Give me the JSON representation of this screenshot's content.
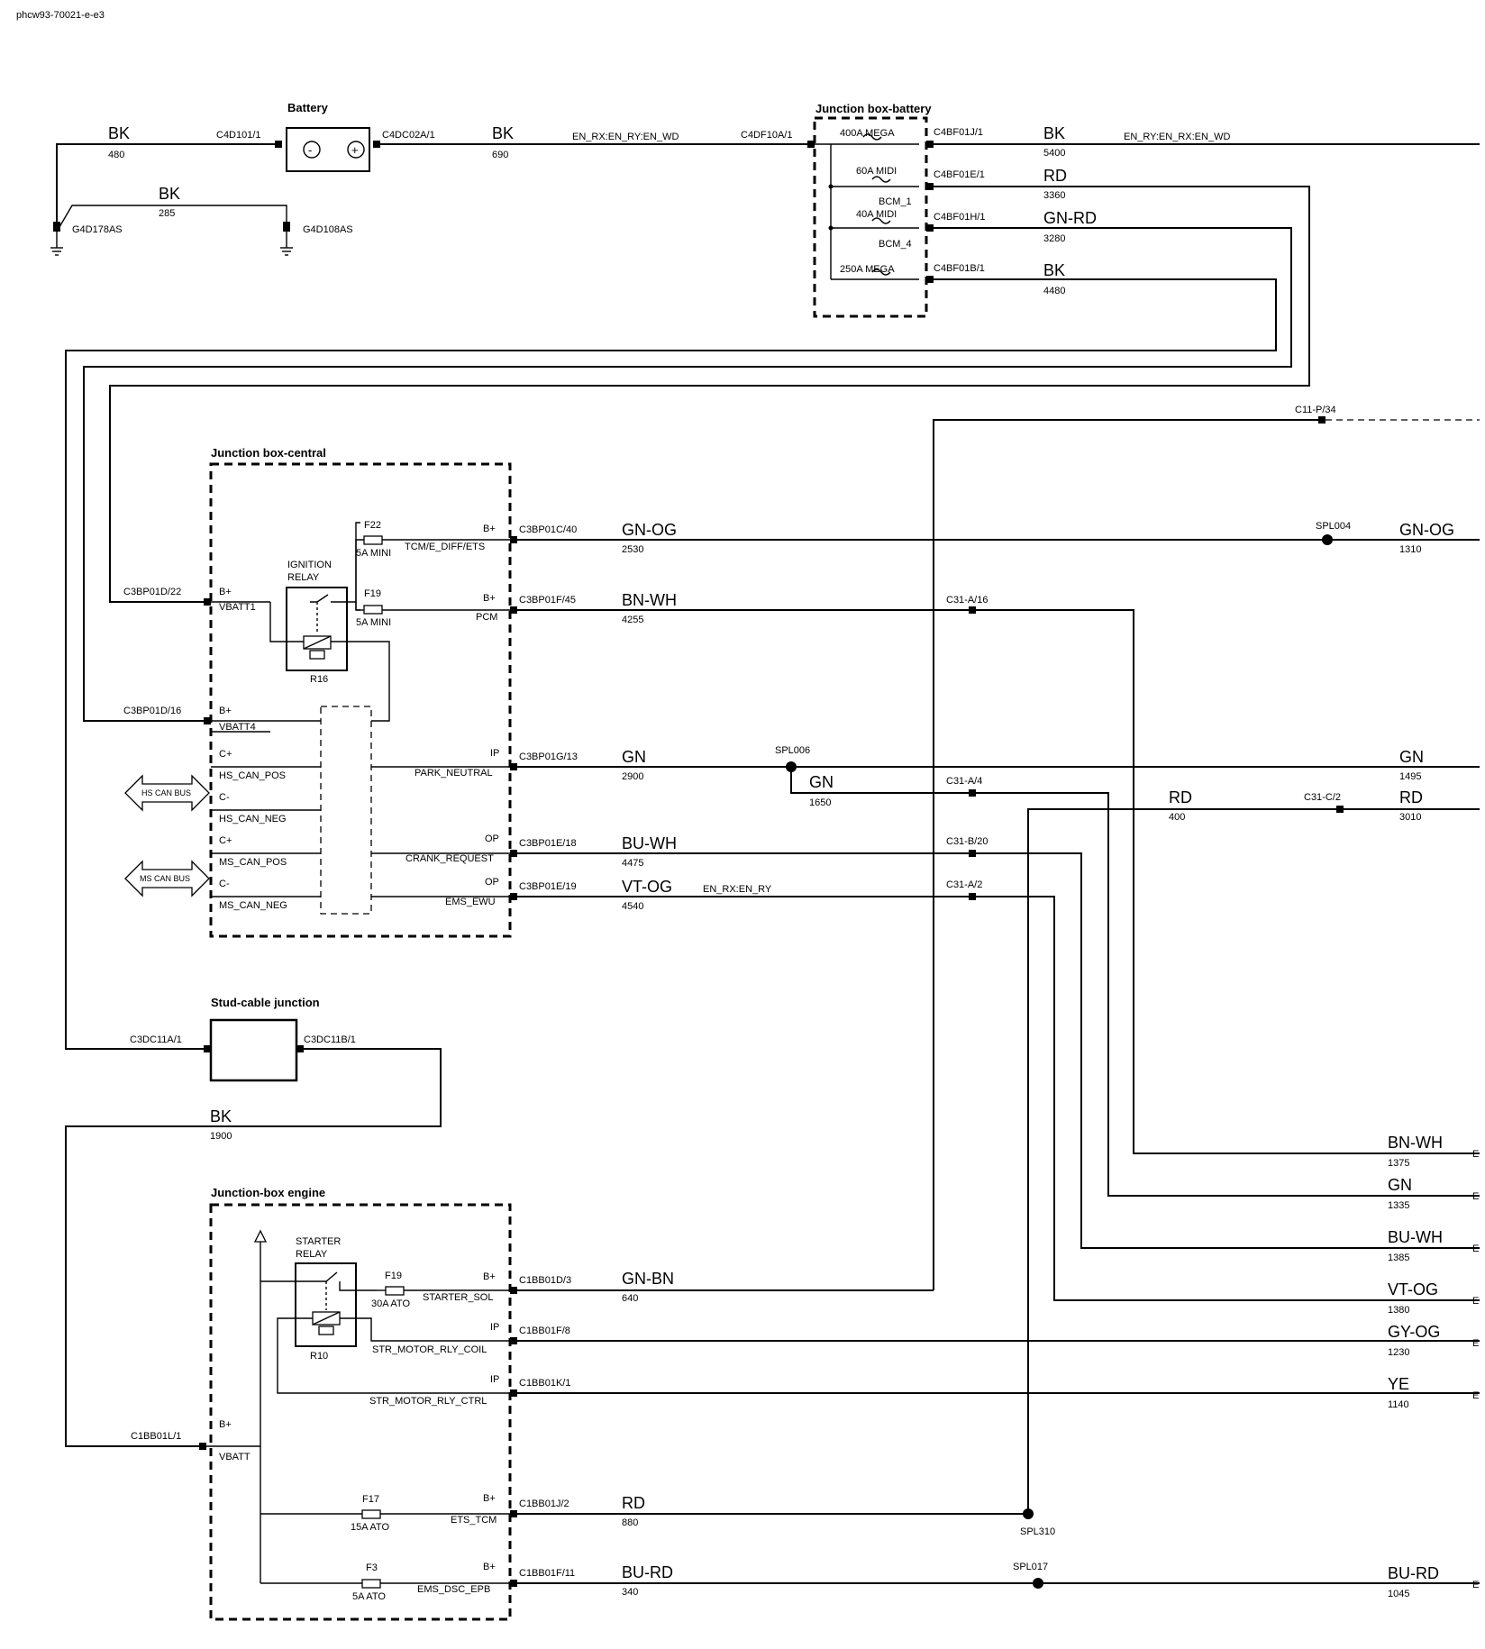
{
  "page": {
    "doc_id": "phcw93-70021-e-e3"
  },
  "blocks": {
    "battery": "Battery",
    "jb_battery": "Junction box-battery",
    "jb_central": "Junction box-central",
    "stud_junction": "Stud-cable junction",
    "jb_engine": "Junction-box engine"
  },
  "battery": {
    "neg_conn": "C4D101/1",
    "pos_conn": "C4DC02A/1",
    "neg_wire": {
      "color": "BK",
      "num": "480"
    },
    "pos_wire": {
      "color": "BK",
      "num": "690"
    },
    "ground_wire": {
      "color": "BK",
      "num": "285"
    },
    "ground1": "G4D178AS",
    "ground2": "G4D108AS",
    "minus_sym": "-",
    "plus_sym": "+",
    "network_tag": "EN_RX:EN_RY:EN_WD"
  },
  "jb_battery": {
    "input_conn": "C4DF10A/1",
    "fuses": [
      {
        "rating": "400A MEGA",
        "conn": "C4BF01J/1",
        "color": "BK",
        "num": "5400",
        "tag": "EN_RY:EN_RX:EN_WD"
      },
      {
        "rating": "60A MIDI",
        "sub": "BCM_1",
        "conn": "C4BF01E/1",
        "color": "RD",
        "num": "3360"
      },
      {
        "rating": "40A MIDI",
        "sub": "BCM_4",
        "conn": "C4BF01H/1",
        "color": "GN-RD",
        "num": "3280"
      },
      {
        "rating": "250A MEGA",
        "conn": "C4BF01B/1",
        "color": "BK",
        "num": "4480"
      }
    ]
  },
  "top_right": {
    "conn": "C11-P/34"
  },
  "jb_central": {
    "left_pins": [
      {
        "conn": "C3BP01D/22",
        "sig": "B+",
        "name": "VBATT1"
      },
      {
        "conn": "C3BP01D/16",
        "sig": "B+",
        "name": "VBATT4"
      }
    ],
    "can_pins": [
      "C+",
      "HS_CAN_POS",
      "C-",
      "HS_CAN_NEG",
      "C+",
      "MS_CAN_POS",
      "C-",
      "MS_CAN_NEG"
    ],
    "hs_can": "HS CAN BUS",
    "ms_can": "MS CAN BUS",
    "relay": {
      "label1": "IGNITION",
      "label2": "RELAY",
      "id": "R16"
    },
    "fuse_f22": {
      "id": "F22",
      "rating": "5A MINI"
    },
    "fuse_f19": {
      "id": "F19",
      "rating": "5A MINI"
    },
    "outputs": [
      {
        "sig": "B+",
        "name": "TCM/E_DIFF/ETS",
        "conn": "C3BP01C/40",
        "color": "GN-OG",
        "num": "2530"
      },
      {
        "sig": "B+",
        "name": "PCM",
        "conn": "C3BP01F/45",
        "color": "BN-WH",
        "num": "4255"
      },
      {
        "sig": "IP",
        "name": "PARK_NEUTRAL",
        "conn": "C3BP01G/13",
        "color": "GN",
        "num": "2900"
      },
      {
        "sig": "OP",
        "name": "CRANK_REQUEST",
        "conn": "C3BP01E/18",
        "color": "BU-WH",
        "num": "4475"
      },
      {
        "sig": "OP",
        "name": "EMS_EWU",
        "conn": "C3BP01E/19",
        "color": "VT-OG",
        "num": "4540",
        "tag": "EN_RX:EN_RY"
      }
    ]
  },
  "mid_connectors": {
    "spl004": "SPL004",
    "spl006": "SPL006",
    "c31_a16": "C31-A/16",
    "c31_a4": "C31-A/4",
    "c31_b20": "C31-B/20",
    "c31_a2": "C31-A/2",
    "c31_c2": "C31-C/2",
    "gn_branch": {
      "color": "GN",
      "num": "1650"
    },
    "rd_wire": {
      "color": "RD",
      "num": "400"
    }
  },
  "right_wires": [
    {
      "color": "GN-OG",
      "num": "1310"
    },
    {
      "color": "GN",
      "num": "1495"
    },
    {
      "color": "RD",
      "num": "3010"
    },
    {
      "color": "BN-WH",
      "num": "1375",
      "end": "E"
    },
    {
      "color": "GN",
      "num": "1335",
      "end": "E"
    },
    {
      "color": "BU-WH",
      "num": "1385",
      "end": "E"
    },
    {
      "color": "VT-OG",
      "num": "1380",
      "end": "E"
    },
    {
      "color": "GY-OG",
      "num": "1230",
      "end": "E"
    },
    {
      "color": "YE",
      "num": "1140",
      "end": "E"
    },
    {
      "color": "BU-RD",
      "num": "1045",
      "end": "E"
    }
  ],
  "stud": {
    "in_conn": "C3DC11A/1",
    "out_conn": "C3DC11B/1",
    "wire": {
      "color": "BK",
      "num": "1900"
    }
  },
  "jb_engine": {
    "left_pin": {
      "conn": "C1BB01L/1",
      "sig": "B+",
      "name": "VBATT"
    },
    "relay": {
      "label1": "STARTER",
      "label2": "RELAY",
      "id": "R10"
    },
    "fuse_f19": {
      "id": "F19",
      "rating": "30A ATO"
    },
    "fuse_f17": {
      "id": "F17",
      "rating": "15A ATO"
    },
    "fuse_f3": {
      "id": "F3",
      "rating": "5A ATO"
    },
    "outputs": [
      {
        "sig": "B+",
        "name": "STARTER_SOL",
        "conn": "C1BB01D/3",
        "color": "GN-BN",
        "num": "640"
      },
      {
        "sig": "IP",
        "name": "STR_MOTOR_RLY_COIL",
        "conn": "C1BB01F/8"
      },
      {
        "sig": "IP",
        "name": "STR_MOTOR_RLY_CTRL",
        "conn": "C1BB01K/1"
      },
      {
        "sig": "B+",
        "name": "ETS_TCM",
        "conn": "C1BB01J/2",
        "color": "RD",
        "num": "880"
      },
      {
        "sig": "B+",
        "name": "EMS_DSC_EPB",
        "conn": "C1BB01F/11",
        "color": "BU-RD",
        "num": "340"
      }
    ],
    "spl310": "SPL310",
    "spl017": "SPL017"
  }
}
